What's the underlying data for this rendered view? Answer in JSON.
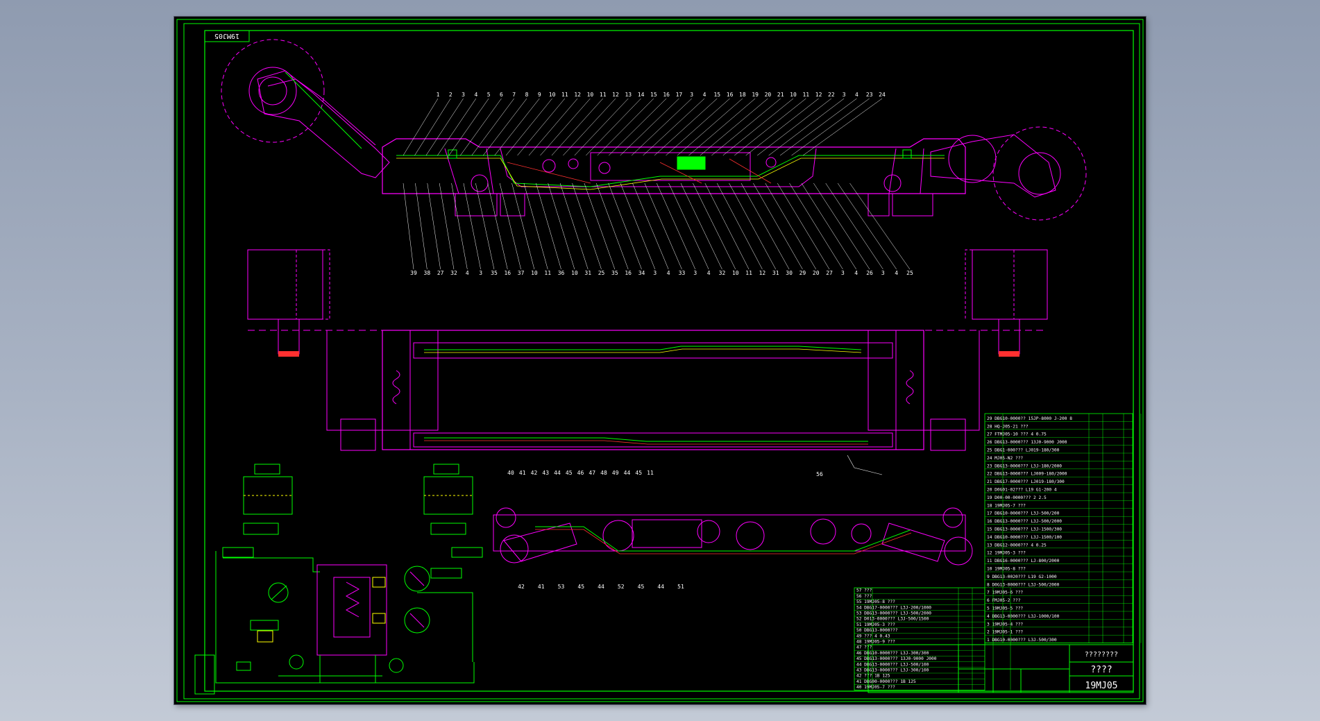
{
  "drawing": {
    "code_top": "19MJ05",
    "code_bottom": "19MJ05",
    "title_placeholder": "????",
    "title_sub": "????????"
  },
  "top_callouts": [
    "1",
    "2",
    "3",
    "4",
    "5",
    "6",
    "7",
    "8",
    "9",
    "10",
    "11",
    "12",
    "10",
    "11",
    "12",
    "13",
    "14",
    "15",
    "16",
    "17",
    "3",
    "4",
    "15",
    "16",
    "18",
    "19",
    "20",
    "21",
    "10",
    "11",
    "12",
    "22",
    "3",
    "4",
    "23",
    "24"
  ],
  "mid_callouts": [
    "39",
    "38",
    "27",
    "32",
    "4",
    "3",
    "35",
    "16",
    "37",
    "10",
    "11",
    "36",
    "10",
    "31",
    "25",
    "35",
    "16",
    "34",
    "3",
    "4",
    "33",
    "3",
    "4",
    "32",
    "10",
    "11",
    "12",
    "31",
    "30",
    "29",
    "20",
    "27",
    "3",
    "4",
    "26",
    "3",
    "4",
    "25"
  ],
  "plan_callouts": [
    "56"
  ],
  "lower_callouts_top": [
    "40",
    "41",
    "42",
    "43",
    "44",
    "45",
    "46",
    "47",
    "48",
    "49",
    "44",
    "45",
    "11"
  ],
  "lower_callouts_bottom": [
    "42",
    "41",
    "53",
    "45",
    "44",
    "52",
    "45",
    "44",
    "51"
  ],
  "bom_rows": [
    "29 DBG10-0000?? 15JP-8000 J-200 8",
    "28 HQ-J05-21 ???",
    "27 FTMJ05-10 ??? 4 0.75",
    "26 DBG13-0000??? 13J0-9000 J000",
    "25 DBG1-000??? LJ019-180/300",
    "24 MJ05-N2 ???",
    "23 DBG13-0000??? L3J-180/2000",
    "22 DBG13-0000??? LJ009-180/2000",
    "21 DBG17-0000??? LJ019-180/300",
    "20 D0G01-02??? L19 G1-200 4",
    "19 D00-00-0000??? 2 2.5",
    "18 19MJ05-7 ???",
    "17 DBG10-0000??? L3J-500/200",
    "16 DBG13-0000??? L3J-500/2000",
    "15 DBG13-0000??? L3J-1500/300",
    "14 DBG10-0000??? L3J-1500/100",
    "13 DBG12-0000??? 4 0.25",
    "12 19MJ05-3 ???",
    "11 DBG16-0000??? LJ-800/2000",
    "10 19MJ05-8 ???",
    "9 DBG13-0020??? L19 G2-1000",
    "8 D0G13-0000??? L3J-500/2000",
    "7 19MJ05-6 ???",
    "6 FMJ05-2 ???",
    "5 19MJ05-5 ???",
    "4 DBG13-0000??? L3J-1000/100",
    "3 19MJ05-4 ???",
    "2 19MJ05-1 ???",
    "1 DBG10-0000??? L3J-500/300"
  ],
  "bom_rows_left": [
    "57 ???",
    "56 ???",
    "55 19MJ05-8 ???",
    "54 DBG17-0000??? L3J-200/1000",
    "53 DBG13-0000??? L3J-500/2000",
    "52 D013-0000??? L3J-500/1500",
    "51 19MJ05-3 ???",
    "50 DBG13-0000???",
    "49 ??? 4 0.43",
    "48 19MJ05-9 ???",
    "47 ???",
    "46 DBG10-0000??? L3J-300/300",
    "45 DBG13-0000??? 13J0-9000 J000",
    "44 DBG13-0000??? L3J-500/100",
    "43 DBG13-0000??? L3J-300/100",
    "42 ??? 1B 125",
    "41 DBG00-0000??? 1B 125",
    "40 19MJ05-7 ???"
  ],
  "colors": {
    "frame": "#00ff00",
    "geometry": "#ff00ff",
    "callout": "#ffffff",
    "hydraulic": "#00ff00",
    "accent_red": "#ff3030",
    "accent_yellow": "#ffff00",
    "page_background": "#9aa5b8",
    "sheet": "#000000"
  }
}
